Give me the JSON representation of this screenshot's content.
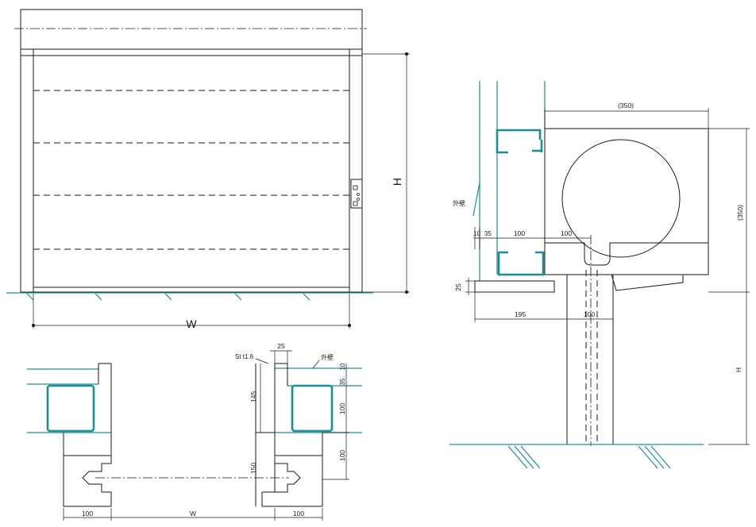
{
  "front_view": {
    "dim_width": "W",
    "dim_height": "H"
  },
  "plan_view": {
    "material": "St t1.6",
    "wall": "外壁",
    "dim_lip": "25",
    "dim_35": "35",
    "dim_10": "10",
    "dim_145": "145",
    "dim_100_side": "100",
    "dim_100_lower": "100",
    "dim_150": "150",
    "dim_left_100": "100",
    "dim_width": "W",
    "dim_right_100": "100"
  },
  "section_view": {
    "wall": "外壁",
    "dim_top_width": "(350)",
    "dim_right_height": "(350)",
    "dim_10": "10",
    "dim_35": "35",
    "dim_100_a": "100",
    "dim_100_b": "100",
    "dim_25": "25",
    "dim_195": "195",
    "dim_100_c": "100",
    "dim_height": "H"
  },
  "colors": {
    "line": "#1a1a1a",
    "accent": "#1a8f93",
    "background": "#ffffff"
  }
}
